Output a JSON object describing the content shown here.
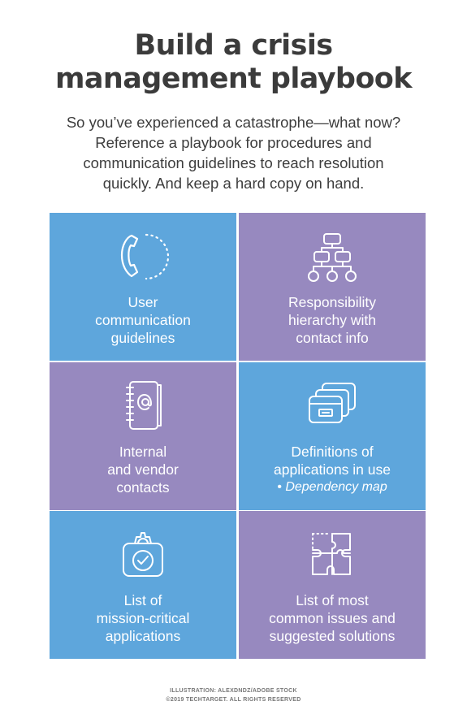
{
  "title": {
    "line1": "Build a crisis",
    "line2": "management playbook"
  },
  "intro": {
    "line1": "So you’ve experienced a catastrophe—what now?",
    "line2": "Reference a playbook for procedures and",
    "line3": "communication guidelines to reach resolution",
    "line4": "quickly. And keep a hard copy on hand."
  },
  "colors": {
    "blue": "#5ea6dc",
    "purple": "#9789bf",
    "icon_stroke": "#ffffff"
  },
  "cards": [
    {
      "icon": "phone-icon",
      "lines": [
        "User",
        "communication",
        "guidelines"
      ]
    },
    {
      "icon": "org-chart-icon",
      "lines": [
        "Responsibility",
        "hierarchy with",
        "contact info"
      ]
    },
    {
      "icon": "address-book-icon",
      "lines": [
        "Internal",
        "and vendor",
        "contacts"
      ]
    },
    {
      "icon": "stacked-windows-icon",
      "lines": [
        "Definitions of",
        "applications in use"
      ],
      "sub": "• Dependency map"
    },
    {
      "icon": "gear-check-icon",
      "lines": [
        "List of",
        "mission-critical",
        "applications"
      ]
    },
    {
      "icon": "puzzle-icon",
      "lines": [
        "List of most",
        "common issues and",
        "suggested solutions"
      ]
    }
  ],
  "credit": {
    "line1": "ILLUSTRATION: ALEXDNDZ/ADOBE STOCK",
    "line2": "©2019 TECHTARGET. ALL RIGHTS RESERVED"
  }
}
